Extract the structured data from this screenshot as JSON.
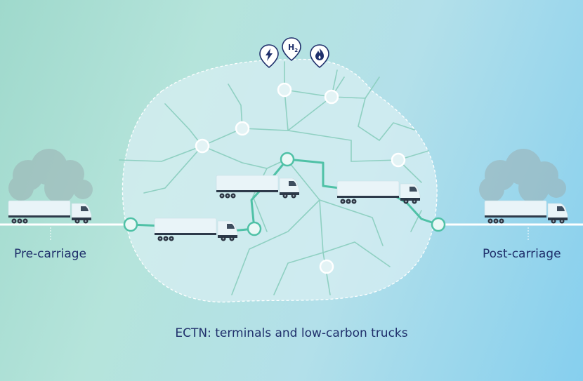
{
  "labels": {
    "pre_carriage": "Pre-carriage",
    "post_carriage": "Post-carriage",
    "caption": "ECTN: terminals and low-carbon trucks"
  },
  "energy_markers": [
    {
      "name": "electric-icon",
      "text": ""
    },
    {
      "name": "hydrogen-icon",
      "text": "H",
      "sub": "2"
    },
    {
      "name": "gas-flame-icon",
      "text": ""
    }
  ],
  "colors": {
    "accent": "#4fc1a6",
    "road_lines": "#8fd0c2",
    "text": "#1f2f6b",
    "marker": "#ffffff"
  }
}
